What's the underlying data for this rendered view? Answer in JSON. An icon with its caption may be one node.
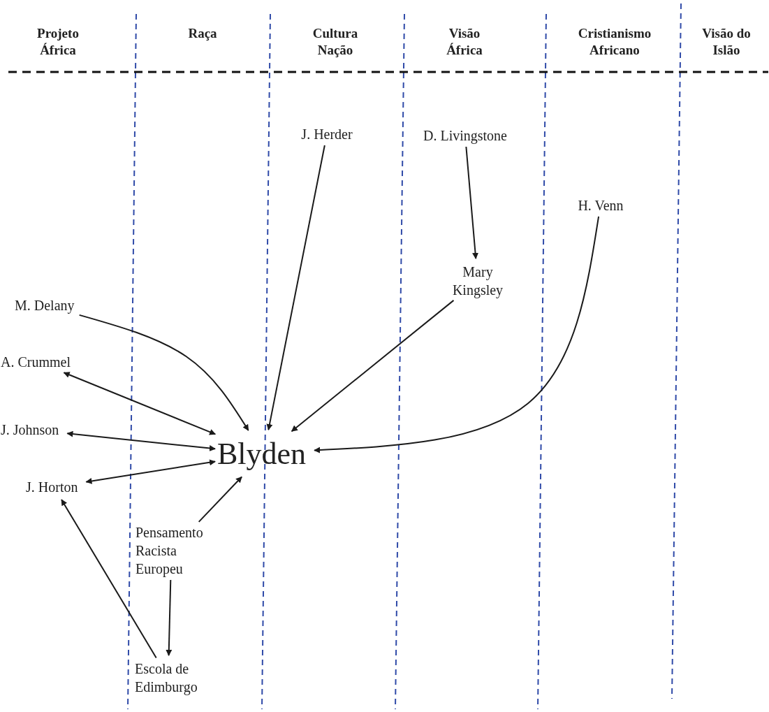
{
  "diagram": {
    "nodes": [
      {
        "text": [
          "J. Herder"
        ]
      },
      {
        "text": [
          "D. Livingstone"
        ]
      },
      {
        "text": [
          "H. Venn"
        ]
      },
      {
        "text": [
          "Mary Kingsley"
        ]
      },
      {
        "text": [
          "M. Delany"
        ]
      },
      {
        "text": [
          "A. Crummel"
        ]
      },
      {
        "text": [
          "J. Johnson"
        ]
      },
      {
        "text": [
          "Blyden"
        ]
      },
      {
        "text": [
          "J. Horton"
        ]
      },
      {
        "text": [
          "Pensamento Racista Europeu"
        ]
      },
      {
        "text": [
          "Escola de Edimburgo"
        ]
      }
    ],
    "edges": [
      {
        "from": 0,
        "to": 7,
        "arrow": "to"
      },
      {
        "from": 1,
        "to": 3,
        "arrow": "to"
      },
      {
        "from": 3,
        "to": 7,
        "arrow": "to"
      },
      {
        "from": 2,
        "to": 7,
        "arrow": "to"
      },
      {
        "from": 4,
        "to": 7,
        "arrow": "to"
      },
      {
        "from": 7,
        "to": 5,
        "arrow": "both"
      },
      {
        "from": 7,
        "to": 6,
        "arrow": "both"
      },
      {
        "from": 7,
        "to": 8,
        "arrow": "both"
      },
      {
        "from": 9,
        "to": 7,
        "arrow": "to"
      },
      {
        "from": 9,
        "to": 10,
        "arrow": "to"
      },
      {
        "from": 10,
        "to": 8,
        "arrow": "to"
      }
    ],
    "labels": [
      "Projeto África",
      "Raça",
      "Cultura Nação",
      "Visão África",
      "Cristianismo Africano",
      "Visão do Islão"
    ]
  }
}
